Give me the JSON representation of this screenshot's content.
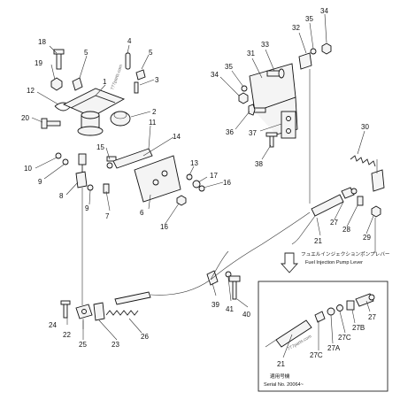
{
  "callouts": {
    "c1": "1",
    "c2": "2",
    "c3": "3",
    "c4": "4",
    "c5a": "5",
    "c5b": "5",
    "c6": "6",
    "c7": "7",
    "c8": "8",
    "c9a": "9",
    "c9b": "9",
    "c10": "10",
    "c11": "11",
    "c12": "12",
    "c13": "13",
    "c14": "14",
    "c15": "15",
    "c16a": "16",
    "c16b": "16",
    "c17": "17",
    "c18": "18",
    "c19": "19",
    "c20": "20",
    "c21a": "21",
    "c21b": "21",
    "c22": "22",
    "c23": "23",
    "c24": "24",
    "c25": "25",
    "c26": "26",
    "c27a": "27",
    "c27b": "27",
    "c27A": "27A",
    "c27B": "27B",
    "c27C": "27C",
    "c27C2": "27C",
    "c28": "28",
    "c29": "29",
    "c30": "30",
    "c31": "31",
    "c32": "32",
    "c33": "33",
    "c34a": "34",
    "c34b": "34",
    "c35a": "35",
    "c35b": "35",
    "c36": "36",
    "c37": "37",
    "c38": "38",
    "c39": "39",
    "c40": "40",
    "c41": "41"
  },
  "notes": {
    "pump_lever_jp": "フュエルインジェクションポンプレバー",
    "pump_lever_en": "Fuel Injection Pump Lever",
    "serial_jp": "適用号機",
    "serial_en": "Serial No. 20064~"
  },
  "watermarks": {
    "top": "777parts.com",
    "inset": "777parts.com"
  }
}
